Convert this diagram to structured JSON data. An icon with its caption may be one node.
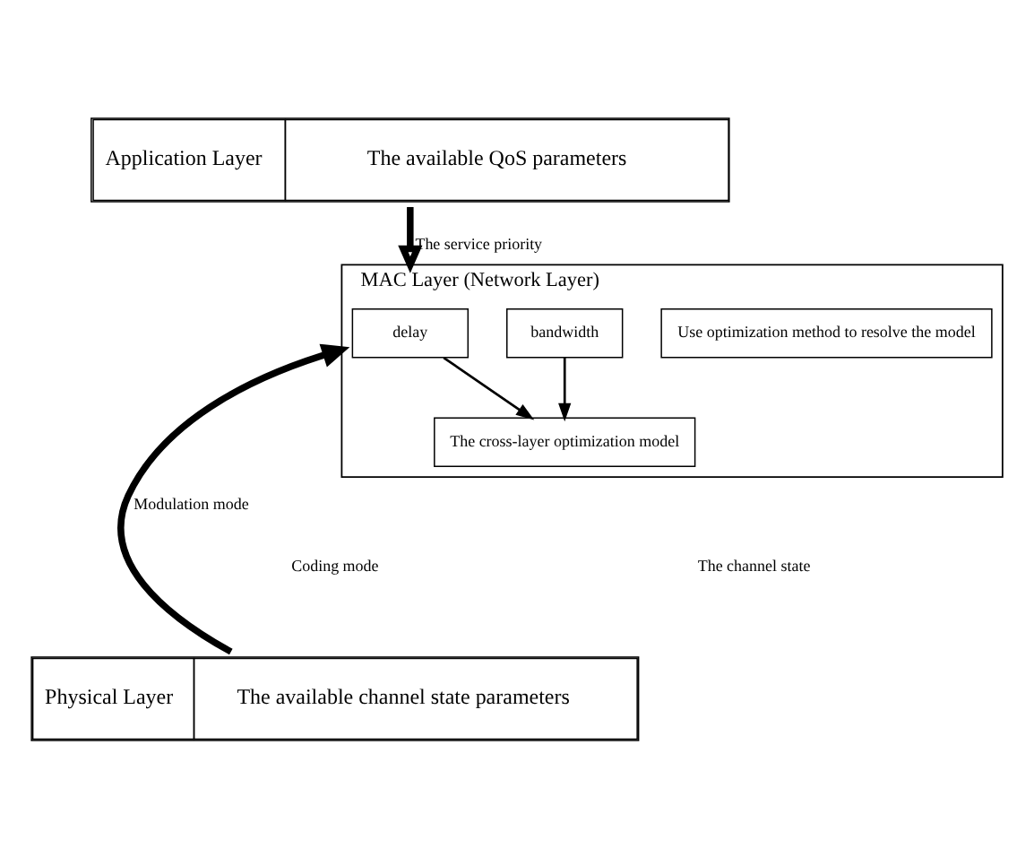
{
  "diagram": {
    "nodes": [
      {
        "text": [
          "Application Layer",
          "The available QoS parameters"
        ]
      },
      {
        "text": [
          "MAC Layer (Network Layer)"
        ]
      },
      {
        "text": [
          "delay"
        ],
        "in": 1
      },
      {
        "text": [
          "bandwidth"
        ],
        "in": 1
      },
      {
        "text": [
          "The cross-layer optimization model"
        ],
        "in": 1
      },
      {
        "text": [
          "Use optimization method to resolve the model"
        ],
        "in": 1
      },
      {
        "text": [
          "Physical Layer",
          "The available channel state parameters"
        ]
      }
    ],
    "edges": [
      {
        "from": 0,
        "to": 1,
        "arrow": "to",
        "label": "The service priority",
        "style": "thick"
      },
      {
        "from": 2,
        "to": 4,
        "arrow": "to"
      },
      {
        "from": 3,
        "to": 4,
        "arrow": "to"
      },
      {
        "from": 6,
        "to": 1,
        "arrow": "to",
        "label": "Modulation mode",
        "style": "thick"
      }
    ],
    "labels": [
      "Coding mode",
      "The channel state"
    ]
  }
}
